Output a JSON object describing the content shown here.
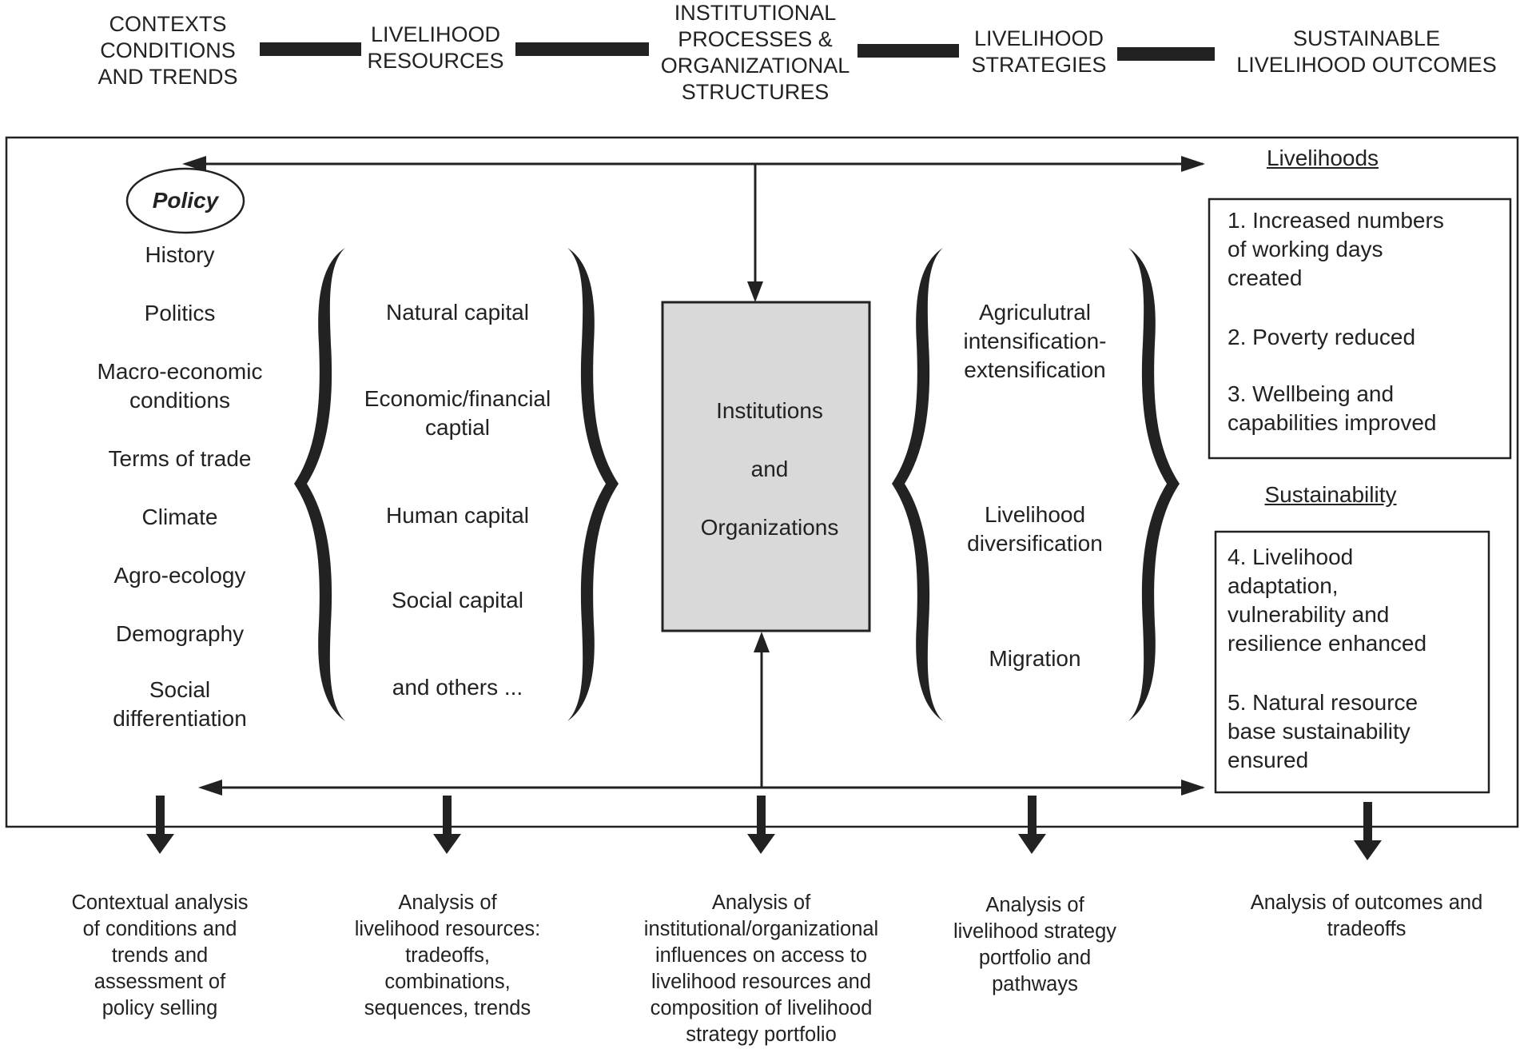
{
  "headers": [
    "CONTEXTS\nCONDITIONS\nAND TRENDS",
    "LIVELIHOOD\nRESOURCES",
    "INSTITUTIONAL\nPROCESSES &\nORGANIZATIONAL\nSTRUCTURES",
    "LIVELIHOOD\nSTRATEGIES",
    "SUSTAINABLE\nLIVELIHOOD OUTCOMES"
  ],
  "contexts": {
    "policy": "Policy",
    "items": [
      "History",
      "Politics",
      "Macro-economic\nconditions",
      "Terms of trade",
      "Climate",
      "Agro-ecology",
      "Demography",
      "Social\ndifferentiation"
    ]
  },
  "resources": [
    "Natural capital",
    "Economic/financial\ncaptial",
    "Human capital",
    "Social capital",
    "and others ..."
  ],
  "institutions": {
    "line1": "Institutions",
    "line2": "and",
    "line3": "Organizations"
  },
  "strategies": [
    "Agriculutral\nintensification-\nextensification",
    "Livelihood\ndiversification",
    "Migration"
  ],
  "outcomes": {
    "livelihoods_heading": "Livelihoods",
    "livelihoods_items": [
      "1. Increased numbers\nof working days\ncreated",
      "2. Poverty reduced",
      "3. Wellbeing and\ncapabilities improved"
    ],
    "sustainability_heading": "Sustainability",
    "sustainability_items": [
      "4. Livelihood\nadaptation,\nvulnerability and\nresilience enhanced",
      "5. Natural resource\nbase sustainability\nensured"
    ]
  },
  "analyses": [
    "Contextual analysis\nof conditions and\ntrends and\nassessment of\npolicy selling",
    "Analysis of\nlivelihood resources:\ntradeoffs,\ncombinations,\nsequences, trends",
    "Analysis of\ninstitutional/organizational\ninfluences on access to\nlivelihood resources and\ncomposition of livelihood\nstrategy portfolio",
    "Analysis of\nlivelihood strategy\nportfolio and\npathways",
    "Analysis of outcomes and\ntradeoffs"
  ],
  "colors": {
    "ink": "#222222",
    "institution_fill": "#d9d9d9"
  }
}
